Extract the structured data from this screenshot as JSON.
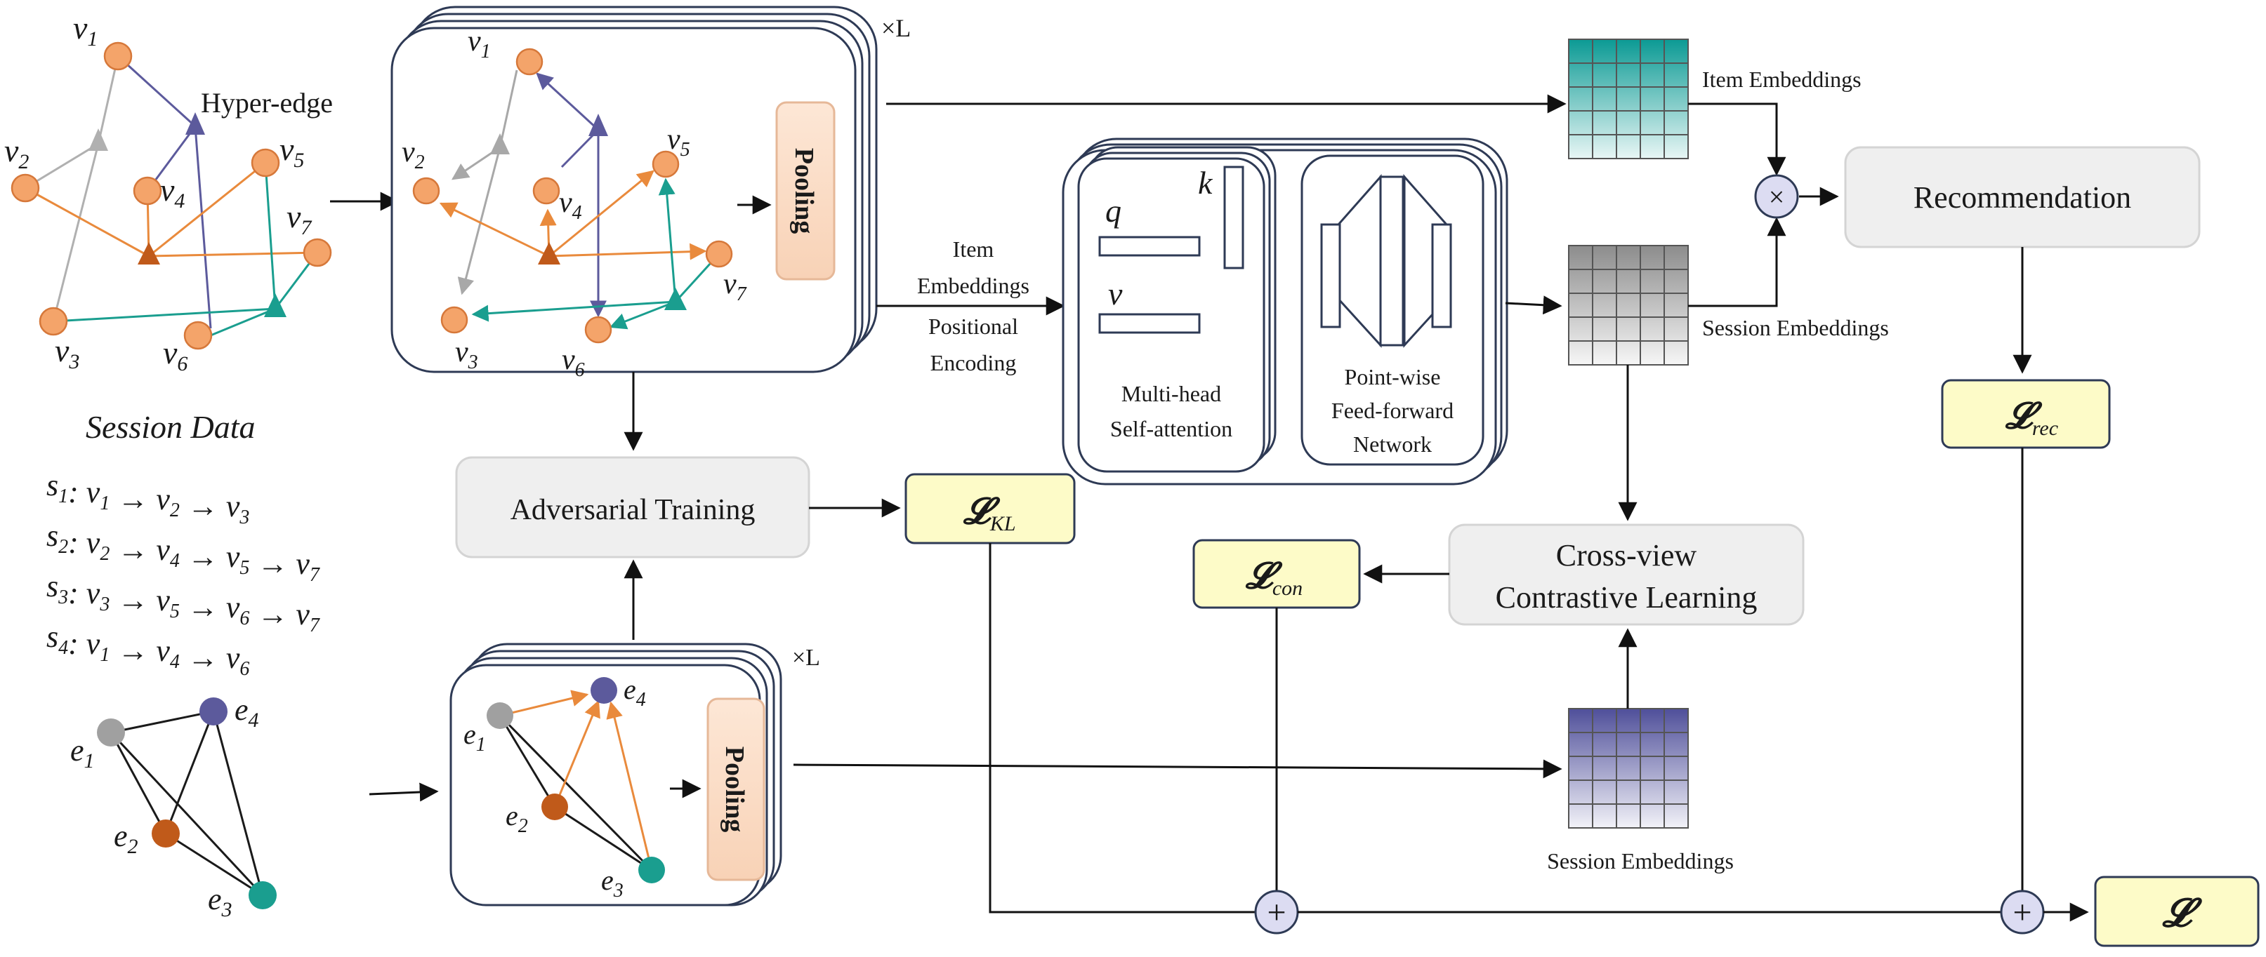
{
  "hypergraph": {
    "title": "Hyper-edge",
    "nodes": [
      {
        "id": "v1",
        "base": "v",
        "sub": "1"
      },
      {
        "id": "v2",
        "base": "v",
        "sub": "2"
      },
      {
        "id": "v3",
        "base": "v",
        "sub": "3"
      },
      {
        "id": "v4",
        "base": "v",
        "sub": "4"
      },
      {
        "id": "v5",
        "base": "v",
        "sub": "5"
      },
      {
        "id": "v6",
        "base": "v",
        "sub": "6"
      },
      {
        "id": "v7",
        "base": "v",
        "sub": "7"
      }
    ]
  },
  "session_data": {
    "title": "Session Data",
    "sessions": [
      {
        "name": "s",
        "sub": "1",
        "items": [
          {
            "sub": "1"
          },
          {
            "sub": "2"
          },
          {
            "sub": "3"
          }
        ]
      },
      {
        "name": "s",
        "sub": "2",
        "items": [
          {
            "sub": "2"
          },
          {
            "sub": "4"
          },
          {
            "sub": "5"
          },
          {
            "sub": "7"
          }
        ]
      },
      {
        "name": "s",
        "sub": "3",
        "items": [
          {
            "sub": "3"
          },
          {
            "sub": "5"
          },
          {
            "sub": "6"
          },
          {
            "sub": "7"
          }
        ]
      },
      {
        "name": "s",
        "sub": "4",
        "items": [
          {
            "sub": "1"
          },
          {
            "sub": "4"
          },
          {
            "sub": "6"
          }
        ]
      }
    ]
  },
  "line_graph": {
    "nodes": [
      {
        "id": "e1",
        "base": "e",
        "sub": "1",
        "color": "#a0a0a0"
      },
      {
        "id": "e2",
        "base": "e",
        "sub": "2",
        "color": "#c05a1a"
      },
      {
        "id": "e3",
        "base": "e",
        "sub": "3",
        "color": "#1a9e8f"
      },
      {
        "id": "e4",
        "base": "e",
        "sub": "4",
        "color": "#5c5a9c"
      }
    ]
  },
  "hypergraph_conv": {
    "repeat": "×L",
    "pooling": "Pooling"
  },
  "linegraph_conv": {
    "repeat": "×L",
    "pooling": "Pooling"
  },
  "transformer_inputs": {
    "line1": "Item",
    "line2": "Embeddings",
    "line3": "Positional",
    "line4": "Encoding"
  },
  "transformer": {
    "q": "q",
    "k": "k",
    "v": "v",
    "attention_line1": "Multi-head",
    "attention_line2": "Self-attention",
    "ffn_line1": "Point-wise",
    "ffn_line2": "Feed-forward",
    "ffn_line3": "Network"
  },
  "embeddings": {
    "item": "Item Embeddings",
    "session_top": "Session  Embeddings",
    "session_bottom": "Session  Embeddings"
  },
  "boxes": {
    "recommendation": "Recommendation",
    "adversarial": "Adversarial Training",
    "contrastive_line1": "Cross-view",
    "contrastive_line2": "Contrastive Learning"
  },
  "losses": {
    "kl": {
      "base": "𝓛",
      "sub": "KL"
    },
    "con": {
      "base": "𝓛",
      "sub": "con"
    },
    "rec": {
      "base": "𝓛",
      "sub": "rec"
    },
    "total": {
      "base": "𝓛",
      "sub": ""
    }
  },
  "operators": {
    "multiply": "×",
    "add": "+"
  },
  "colors": {
    "orange_node": "#f4a46a",
    "orange_edge": "#e98a3c",
    "dark_orange": "#c05a1a",
    "teal": "#1a9e8f",
    "purple": "#5c5a9c",
    "gray": "#a8a8a8",
    "pooling_fill": "#fbe0cc",
    "loss_fill": "#fdfbc8",
    "box_fill": "#efefef"
  }
}
